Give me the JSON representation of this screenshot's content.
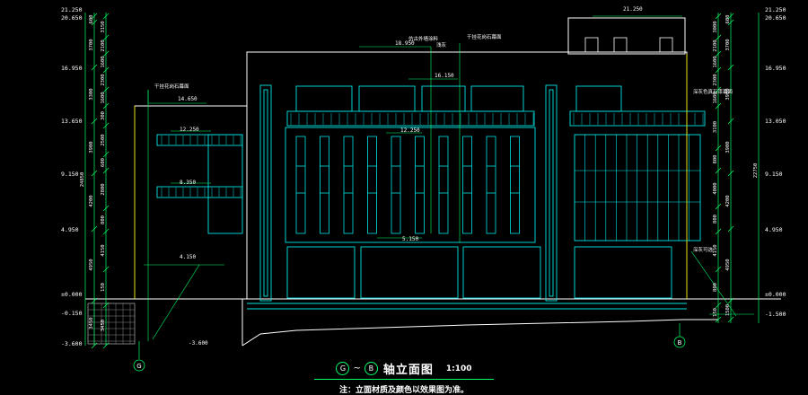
{
  "drawing": {
    "title": "轴立面图",
    "axis_start": "G",
    "axis_end": "B",
    "title_sep": "~",
    "scale": "1:100",
    "note": "注：立面材质及颜色以效果图为准。"
  },
  "levels_left": [
    "21.250",
    "20.650",
    "16.950",
    "13.650",
    "9.150",
    "4.950",
    "±0.000",
    "-0.150",
    "-3.600"
  ],
  "levels_right": [
    "21.250",
    "20.650",
    "16.950",
    "13.050",
    "9.150",
    "4.950",
    "±0.000",
    "-1.500"
  ],
  "levels_inner": [
    "21.250",
    "18.950",
    "16.150",
    "14.650",
    "12.250",
    "12.250",
    "8.350",
    "5.150",
    "4.150",
    "-3.600"
  ],
  "dims_left_outer": [
    "600",
    "3700",
    "3300",
    "3900",
    "4200",
    "4950",
    "3450"
  ],
  "dims_left_outer_total": "24850",
  "dims_left_inner": [
    "3150",
    "2100",
    "1600",
    "2300",
    "1600",
    "300",
    "2500",
    "600",
    "2800",
    "800",
    "4150",
    "150",
    "3450"
  ],
  "dims_right_outer": [
    "600",
    "3700",
    "3900",
    "3900",
    "4200",
    "4950",
    "1500"
  ],
  "dims_right_outer_total": "22750",
  "dims_right_inner": [
    "3000",
    "2100",
    "1600",
    "2300",
    "1600",
    "3100",
    "800",
    "4000",
    "800",
    "4150",
    "800",
    "150"
  ],
  "annotations": {
    "a1": "仿古外墙涂料",
    "a2": "浅灰",
    "a3": "干挂花岗石幕面",
    "a4": "干挂花岗石幕面",
    "a5": "深灰色真石漆幕面",
    "a6": "深灰可选"
  },
  "axes": [
    "G",
    "B"
  ],
  "colors": {
    "line": "#00e5e5",
    "dim": "#00ff66",
    "outline": "#ffffff",
    "accent": "#e8e000"
  }
}
